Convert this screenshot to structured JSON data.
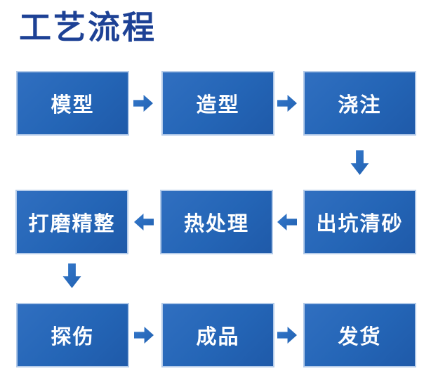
{
  "title": "工艺流程",
  "colors": {
    "title_text": "#1d4195",
    "box_fill_start": "#306fc0",
    "box_fill_end": "#1f5aa9",
    "box_border": "#b4cbe9",
    "box_text": "#ffffff",
    "arrow_fill": "#2a6abc",
    "background": "#ffffff"
  },
  "flow": {
    "rows": [
      {
        "order": "left-to-right",
        "steps": [
          {
            "label": "模型"
          },
          {
            "label": "造型"
          },
          {
            "label": "浇注"
          }
        ]
      },
      {
        "order": "right-to-left",
        "steps": [
          {
            "label": "打磨精整"
          },
          {
            "label": "热处理"
          },
          {
            "label": "出坑清砂"
          }
        ]
      },
      {
        "order": "left-to-right",
        "steps": [
          {
            "label": "探伤"
          },
          {
            "label": "成品"
          },
          {
            "label": "发货"
          }
        ]
      }
    ]
  }
}
